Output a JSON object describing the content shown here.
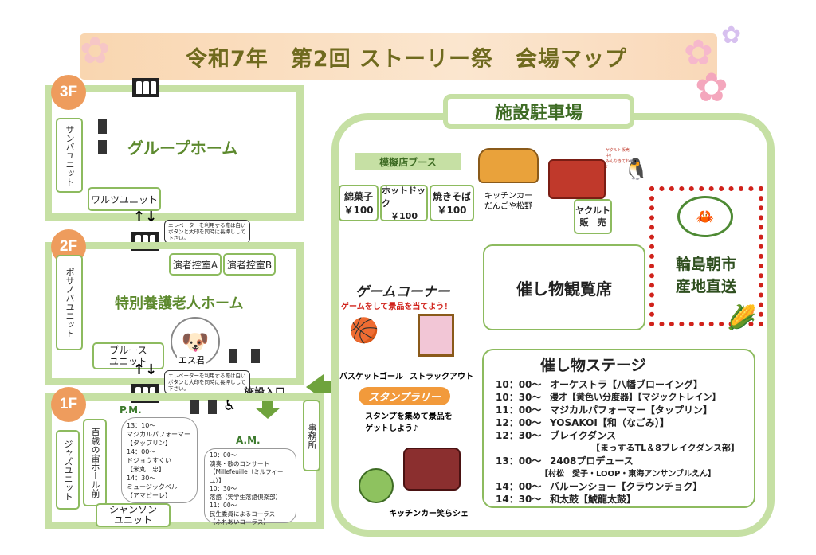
{
  "title": "令和7年　第2回 ストーリー祭　会場マップ",
  "floors": {
    "f3": {
      "label": "3F",
      "name": "グループホーム",
      "units": [
        "サンバユニット",
        "ワルツユニット"
      ]
    },
    "f2": {
      "label": "2F",
      "name": "特別養護老人ホーム",
      "units": [
        "ボサノバユニット",
        "ブルース\nユニット"
      ],
      "rooms": [
        "演者控室A",
        "演者控室B"
      ],
      "mascot": "エス君"
    },
    "f1": {
      "label": "1F",
      "units": [
        "ジャズユニット",
        "百歳の宙ホール前",
        "シャンソン\nユニット"
      ],
      "office": "事務所"
    }
  },
  "elevator_note": "エレベーターを利用する際は白いボタンと大印を同時に長押しして下さい。",
  "entrance": "施設入口",
  "pm": {
    "label": "P.M.",
    "lines": [
      "13：10～",
      "マジカルパフォーマー",
      "【タップリン】",
      "14：00～",
      "ドジョウすくい",
      "【米丸　忠】",
      "14：30～",
      "ミュージックベル",
      "【アマビーレ】"
    ]
  },
  "am": {
    "label": "A.M.",
    "lines": [
      "10：00～",
      "演奏・歌のコンサート",
      "【Millefeuille（ミルフィーユ）】",
      "10：30～",
      "落語【笑学生落語倶楽部】",
      "11：00～",
      "民生委員によるコーラス",
      "【ふれあいコーラス】"
    ]
  },
  "parking": {
    "title": "施設駐車場",
    "booths_title": "模擬店ブース",
    "booths": [
      {
        "name": "綿菓子",
        "price": "￥100"
      },
      {
        "name": "ホットドック",
        "price": "￥100"
      },
      {
        "name": "焼きそば",
        "price": "￥100"
      }
    ],
    "kitchen_car": "キッチンカー\nだんごや松野",
    "yakult": "ヤクルト\n販　売",
    "yakult_sign": "ヤクルト販売中！\nみんなきてね♪",
    "market": "輪島朝市\n産地直送",
    "seating": "催し物観覧席",
    "game_title": "ゲームコーナー",
    "game_sub": "ゲームをして景品を当てよう！",
    "games": [
      "バスケットゴール",
      "ストラックアウト"
    ],
    "stamp_title": "スタンプラリー",
    "stamp_sub": "スタンプを集めて景品を\nゲットしよう♪",
    "kitchen_car2": "キッチンカー笑らシェ"
  },
  "stage": {
    "title": "催し物ステージ",
    "items": [
      {
        "time": "10：00～",
        "act": "オーケストラ【八幡ブローイング】"
      },
      {
        "time": "10：30～",
        "act": "漫才【黄色い分度器】【マジックトレイン】"
      },
      {
        "time": "11：00～",
        "act": "マジカルパフォーマー【タップリン】"
      },
      {
        "time": "12：00～",
        "act": "YOSAKOI【和（なごみ）】"
      },
      {
        "time": "12：30～",
        "act": "ブレイクダンス"
      },
      {
        "time": "",
        "act": "【まっするTL＆8ブレイクダンス部】"
      },
      {
        "time": "13：00～",
        "act": "2408プロデュース"
      },
      {
        "time": "",
        "act": "【村松　愛子・LOOP・東海アンサンブルえん】"
      },
      {
        "time": "14：00～",
        "act": "バルーンショー【クラウンチョク】"
      },
      {
        "time": "14：30～",
        "act": "和太鼓【鯱龍太鼓】"
      }
    ]
  },
  "colors": {
    "frame": "#c6e0a4",
    "floor_badge": "#ee9c5d",
    "title_band": "#f9d8b8",
    "accent_red": "#d0221b",
    "olive": "#5d8a2e"
  }
}
